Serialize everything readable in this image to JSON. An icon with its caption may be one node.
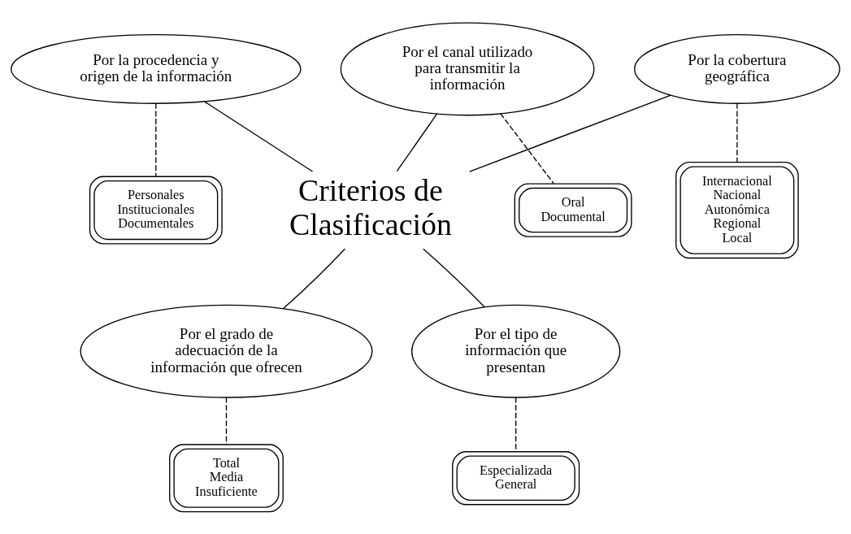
{
  "diagram": {
    "nodes": [
      {
        "text": [
          "Por la procedencia y origen de la información"
        ]
      },
      {
        "text": [
          "Por el canal utilizado para transmitir la información"
        ]
      },
      {
        "text": [
          "Oral Documental"
        ]
      },
      {
        "text": [
          "Por la cobertura geográfica"
        ]
      },
      {
        "text": [
          "Personales Institucionales Documentales"
        ]
      },
      {
        "text": [
          "Criterios de Clasificación"
        ]
      },
      {
        "text": [
          "Internacional Nacional Autonómica Regional Local"
        ]
      },
      {
        "text": [
          "Por el grado de adecuación de la información que ofrecen"
        ]
      },
      {
        "text": [
          "Por el tipo de información que presentan"
        ]
      },
      {
        "text": [
          "Total Media Insuficiente"
        ]
      },
      {
        "text": [
          "Especializada General"
        ]
      }
    ],
    "edges": [
      {
        "from": 0,
        "to": 5,
        "arrow": "none"
      },
      {
        "from": 1,
        "to": 5,
        "arrow": "none"
      },
      {
        "from": 3,
        "to": 5,
        "arrow": "none"
      },
      {
        "from": 7,
        "to": 5,
        "arrow": "none"
      },
      {
        "from": 8,
        "to": 5,
        "arrow": "none"
      },
      {
        "from": 0,
        "to": 4,
        "arrow": "none",
        "style": "dashed"
      },
      {
        "from": 1,
        "to": 2,
        "arrow": "none",
        "style": "dashed"
      },
      {
        "from": 3,
        "to": 6,
        "arrow": "none",
        "style": "dashed"
      },
      {
        "from": 7,
        "to": 9,
        "arrow": "none",
        "style": "dashed"
      },
      {
        "from": 8,
        "to": 10,
        "arrow": "none",
        "style": "dashed"
      }
    ]
  }
}
